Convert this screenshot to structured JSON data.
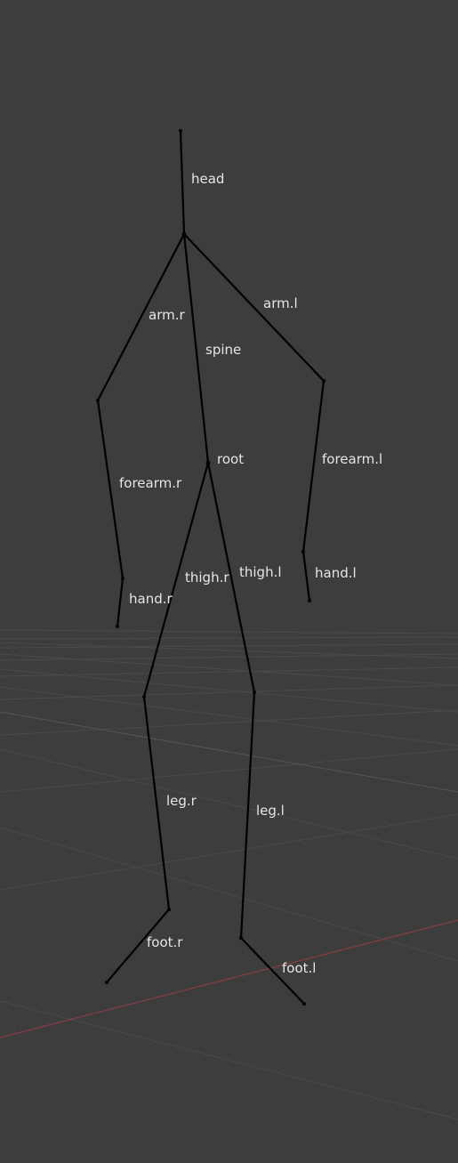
{
  "viewport": {
    "background": "#3d3d3d",
    "grid_color": "#4a4a4a",
    "x_axis_color": "#8a3c43",
    "bone_color": "#000000",
    "label_color": "#e6e6e6"
  },
  "bones": [
    {
      "id": "head",
      "label": "head"
    },
    {
      "id": "spine",
      "label": "spine"
    },
    {
      "id": "arm_r",
      "label": "arm.r"
    },
    {
      "id": "arm_l",
      "label": "arm.l"
    },
    {
      "id": "root",
      "label": "root"
    },
    {
      "id": "forearm_r",
      "label": "forearm.r"
    },
    {
      "id": "forearm_l",
      "label": "forearm.l"
    },
    {
      "id": "hand_r",
      "label": "hand.r"
    },
    {
      "id": "hand_l",
      "label": "hand.l"
    },
    {
      "id": "thigh_r",
      "label": "thigh.r"
    },
    {
      "id": "thigh_l",
      "label": "thigh.l"
    },
    {
      "id": "leg_r",
      "label": "leg.r"
    },
    {
      "id": "leg_l",
      "label": "leg.l"
    },
    {
      "id": "foot_r",
      "label": "foot.r"
    },
    {
      "id": "foot_l",
      "label": "foot.l"
    }
  ]
}
